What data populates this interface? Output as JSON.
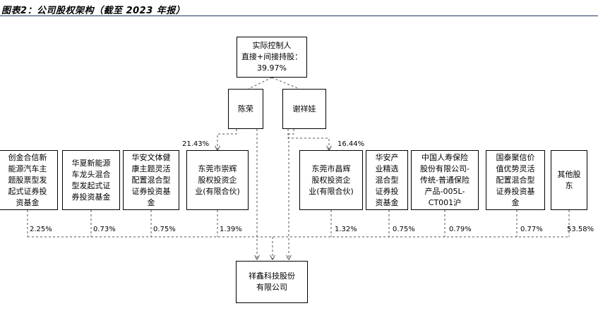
{
  "title": "图表2：公司股权架构（截至 2023 年报）",
  "controller": "实际控制人\n直接+间接持股：\n39.97%",
  "persons": [
    "陈荣",
    "谢祥娃"
  ],
  "shareholders": [
    {
      "name": "创金合信新\n能源汽车主\n题股票型发\n起式证券投\n资基金",
      "pct": "2.25%"
    },
    {
      "name": "华夏新能源\n车龙头混合\n型发起式证\n券投资基金",
      "pct": "0.73%"
    },
    {
      "name": "华安文体健\n康主题灵活\n配置混合型\n证券投资基\n金",
      "pct": "0.75%"
    },
    {
      "name": "东莞市崇辉\n股权投资企\n业(有限合伙)",
      "pct": "1.39%"
    },
    {
      "name": "东莞市昌辉\n股权投资企\n业(有限合伙)",
      "pct": "1.32%"
    },
    {
      "name": "华安产\n业精选\n混合型\n证券投\n资基金",
      "pct": "0.75%"
    },
    {
      "name": "中国人寿保险\n股份有限公司-\n传统-普通保险\n产品-005L-\nCT001沪",
      "pct": "0.79%"
    },
    {
      "name": "国泰聚信价\n值优势灵活\n配置混合型\n证券投资基\n金",
      "pct": "0.77%"
    },
    {
      "name": "其他股\n东",
      "pct": "53.58%"
    }
  ],
  "person_pcts": [
    "21.43%",
    "16.44%"
  ],
  "company": "祥鑫科技股份\n有限公司"
}
